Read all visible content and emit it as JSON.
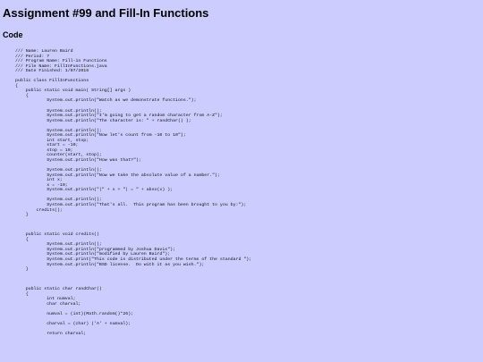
{
  "page": {
    "title": "Assignment #99 and Fill-In Functions",
    "section_heading": "Code"
  },
  "code_lines": [
    "/// Name: Lauren Baird",
    "/// Period: 7",
    "/// Program Name: Fill-in Functions",
    "/// File Name: FillInFunctions.java",
    "/// Date Finished: 1/07/2016",
    "",
    "public class FillInFunctions",
    "{",
    "    public static void main( String[] args )",
    "    {",
    "            System.out.println(\"Watch as we demonstrate functions.\");",
    "",
    "            System.out.println();",
    "            System.out.println(\"I'm going to get a random character from A-Z\");",
    "            System.out.println(\"The character is: \" + randChar() );",
    "",
    "            System.out.println();",
    "            System.out.println(\"Now let's count from -10 to 10\");",
    "            int start, stop;",
    "            start = -10;",
    "            stop = 10;",
    "            counter(start, stop);",
    "            System.out.println(\"How was that?\");",
    "",
    "            System.out.println();",
    "            System.out.println(\"Now we take the absolute value of a number.\");",
    "            int x;",
    "            x = -10;",
    "            System.out.println(\"|\" + x + \"| = \" + abso(x) );",
    "",
    "            System.out.println();",
    "            System.out.println(\"That's all.  This program has been brought to you by:\");",
    "        credits();",
    "    }",
    "",
    "",
    "",
    "    public static void credits()",
    "    {",
    "            System.out.println();",
    "            System.out.println(\"programmed by Joshua Davis\");",
    "            System.out.println(\"modified by Lauren Baird\");",
    "            System.out.print(\"This code is distributed under the terms of the standard \");",
    "            System.out.println(\"BSD license.  Do with it as you wish.\");",
    "    }",
    "",
    "",
    "",
    "    public static char randChar()",
    "    {",
    "            int numval;",
    "            char charval;",
    "",
    "            numval = (int)(Math.random()*26);",
    "",
    "            charval = (char) ('A' + numval);",
    "",
    "            return charval;"
  ]
}
